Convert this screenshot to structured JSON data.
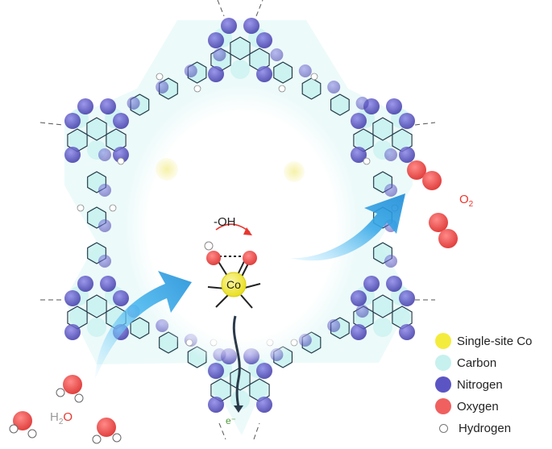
{
  "labels": {
    "oh": "-OH",
    "co": "Co",
    "o2_main": "O",
    "o2_sub": "2",
    "h2o_h": "H",
    "h2o_sub": "2",
    "h2o_o": "O",
    "electron": "e⁻"
  },
  "legend": [
    {
      "label": "Single-site Co",
      "color": "#f4ec3c"
    },
    {
      "label": "Carbon",
      "color": "#c6f1ef"
    },
    {
      "label": "Nitrogen",
      "color": "#5b55c4"
    },
    {
      "label": "Oxygen",
      "color": "#f0605f"
    },
    {
      "label": "Hydrogen",
      "color": "#ffffff"
    }
  ],
  "colors": {
    "carbon": "#c6f1ef",
    "nitrogen": "#5b55c4",
    "oxygen": "#f0605f",
    "cobalt": "#f4ec3c",
    "arrow": "#2a9fe0",
    "redText": "#e8372f",
    "greenText": "#4f9a3a",
    "grayText": "#9a9a9a"
  }
}
